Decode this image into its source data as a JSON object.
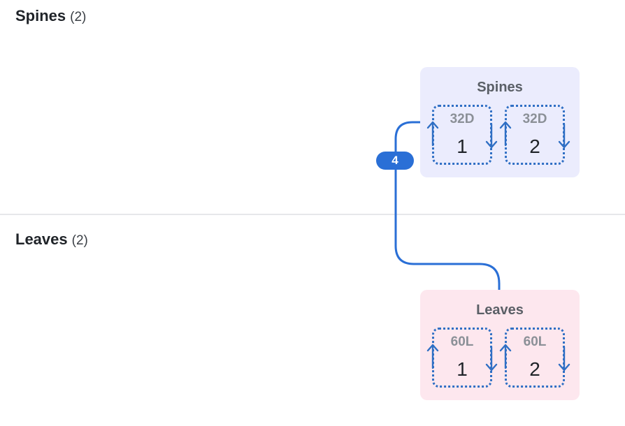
{
  "sections": {
    "spines": {
      "label": "Spines",
      "count": "(2)"
    },
    "leaves": {
      "label": "Leaves",
      "count": "(2)"
    }
  },
  "groups": {
    "spines": {
      "title": "Spines",
      "color": "#ebecfd",
      "nodes": [
        {
          "model": "32D",
          "number": "1"
        },
        {
          "model": "32D",
          "number": "2"
        }
      ]
    },
    "leaves": {
      "title": "Leaves",
      "color": "#fde7ee",
      "nodes": [
        {
          "model": "60L",
          "number": "1"
        },
        {
          "model": "60L",
          "number": "2"
        }
      ]
    }
  },
  "link": {
    "count": "4",
    "color": "#2a6fd6"
  },
  "icons": {
    "uplink": "arrow-up-icon",
    "downlink": "arrow-down-icon"
  }
}
